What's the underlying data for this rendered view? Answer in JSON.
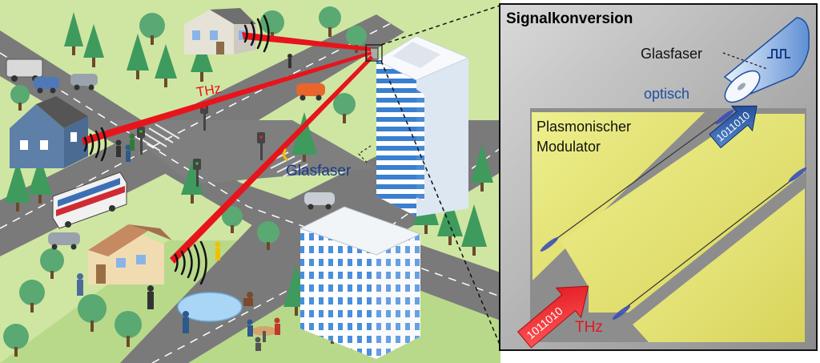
{
  "scene": {
    "thz_label": "THz",
    "glasfaser_label": "Glasfaser"
  },
  "inset": {
    "title": "Signalkonversion",
    "glasfaser_label": "Glasfaser",
    "optisch_label": "optisch",
    "modulator_label_line1": "Plasmonischer",
    "modulator_label_line2": "Modulator",
    "bits_optical": "1011010",
    "bits_thz": "1011010",
    "thz_label": "THz"
  },
  "colors": {
    "grass": "#cfe6a3",
    "road": "#7a7a7a",
    "thz_beam": "#e8141b",
    "optical": "#1e4fa0",
    "gold": "#e3e07a",
    "tree": "#3f9a5e",
    "building_stripe": "#3a7fd0"
  }
}
